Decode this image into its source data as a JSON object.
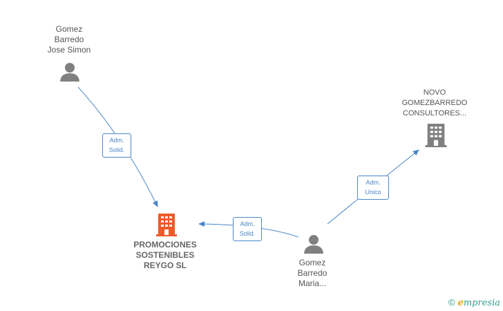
{
  "nodes": {
    "gomez_jose": {
      "label": "Gomez\nBarredo\nJose Simon",
      "icon": "person-icon"
    },
    "gomez_maria": {
      "label": "Gomez\nBarredo\nMaria...",
      "icon": "person-icon"
    },
    "promociones": {
      "label": "PROMOCIONES\nSOSTENIBLES\nREYGO  SL",
      "icon": "building-icon"
    },
    "novo": {
      "label": "NOVO\nGOMEZBARREDO\nCONSULTORES...",
      "icon": "building-icon"
    }
  },
  "edges": {
    "jose_to_promociones": {
      "label": "Adm.\nSolid."
    },
    "maria_to_promociones": {
      "label": "Adm.\nSolid."
    },
    "maria_to_novo": {
      "label": "Adm.\nUnico"
    }
  },
  "colors": {
    "edge": "#4a86c8",
    "person": "#808080",
    "building_main": "#ee5a2a",
    "building": "#808080"
  },
  "brand": {
    "copyright": "©",
    "name_initial": "e",
    "name_rest": "mpresia"
  }
}
